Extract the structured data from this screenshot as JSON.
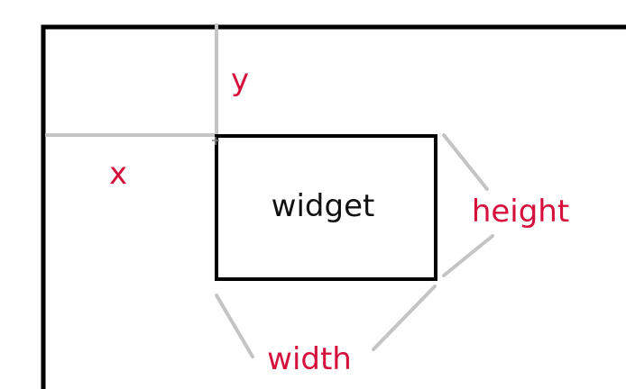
{
  "diagram": {
    "widget_label": "widget",
    "x_label": "x",
    "y_label": "y",
    "width_label": "width",
    "height_label": "height"
  },
  "colors": {
    "label_red": "#d5103a",
    "outline": "#000000",
    "guide_gray": "#c4c4c4",
    "background": "#ffffff"
  }
}
